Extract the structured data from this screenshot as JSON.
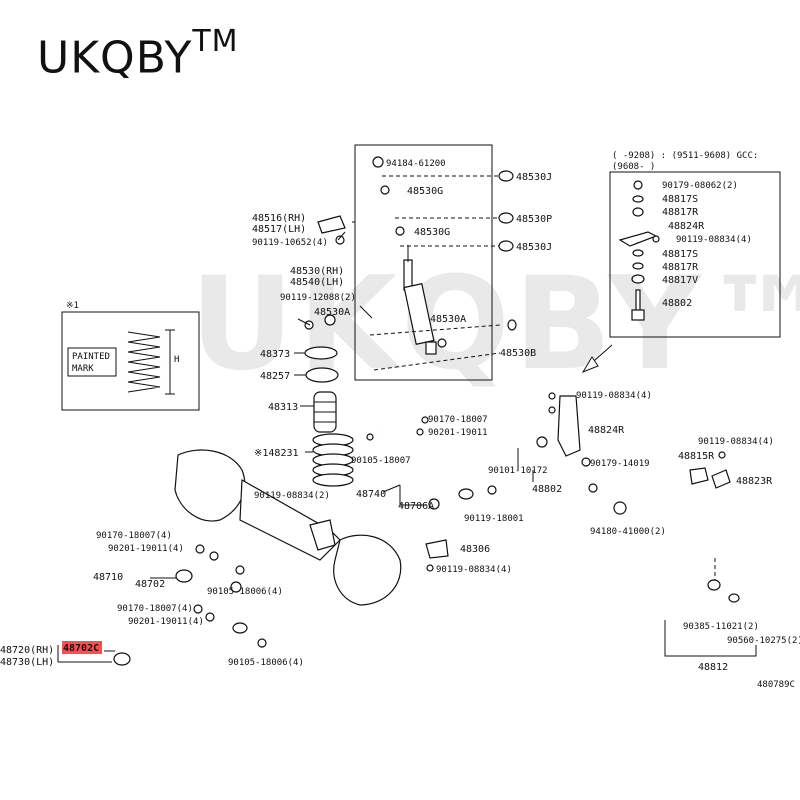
{
  "brand": {
    "name": "UKQBY",
    "tm": "TM",
    "watermark": "UKQBY™"
  },
  "inset_coil": {
    "mark": "※1",
    "painted_mark": "PAINTED\nMARK",
    "painted1": "PAINTED",
    "painted2": "MARK",
    "h": "H"
  },
  "inset_stabilizer": {
    "header1": "(      -9208) : (9511-9608) GCC:",
    "header2": "(9608-       )",
    "items": [
      "90179-08062(2)",
      "48817S",
      "48817R",
      "48824R",
      "90119-08834(4)",
      "48817S",
      "48817R",
      "48817V",
      "48802"
    ]
  },
  "labels": {
    "l_94184": "94184-61200",
    "l_48530G_1": "48530G",
    "l_48530J_1": "48530J",
    "l_48530P": "48530P",
    "l_48530G_2": "48530G",
    "l_48530J_2": "48530J",
    "l_48516": "48516(RH)",
    "l_48517": "48517(LH)",
    "l_90119_10652": "90119-10652(4)",
    "l_48530rh": "48530(RH)",
    "l_48540lh": "48540(LH)",
    "l_90119_12088": "90119-12088(2)",
    "l_48530A_1": "48530A",
    "l_48530A_2": "48530A",
    "l_48530B": "48530B",
    "l_48373": "48373",
    "l_48257": "48257",
    "l_48313": "48313",
    "l_48231": "※148231",
    "l_90105_18007": "90105-18007",
    "l_90170_18007": "90170-18007",
    "l_90201_19011": "90201-19011",
    "l_90119_08834_a": "90119-08834(4)",
    "l_48824R": "48824R",
    "l_90101_10172": "90101-10172",
    "l_90179_14019": "90179-14019",
    "l_48802": "48802",
    "l_90119_08834_b": "90119-08834(4)",
    "l_48815R": "48815R",
    "l_48823R": "48823R",
    "l_90119_08834_c": "90119-08834(2)",
    "l_48740": "48740",
    "l_48706A": "48706A",
    "l_90119_18001": "90119-18001",
    "l_94180": "94180-41000(2)",
    "l_90170_18007_4a": "90170-18007(4)",
    "l_90201_19011_4a": "90201-19011(4)",
    "l_48710": "48710",
    "l_48702": "48702",
    "l_90105_18006_a": "90105-18006(4)",
    "l_48306": "48306",
    "l_90119_08834_d": "90119-08834(4)",
    "l_90170_18007_4b": "90170-18007(4)",
    "l_90201_19011_4b": "90201-19011(4)",
    "l_48720": "48720(RH)",
    "l_48730": "48730(LH)",
    "l_48702C": "48702C",
    "l_90105_18006_b": "90105-18006(4)",
    "l_90385": "90385-11021(2)",
    "l_90560": "90560-10275(2)",
    "l_48812": "48812",
    "l_ref": "480789C"
  },
  "colors": {
    "highlight": "#ff4d4d",
    "ink": "#111111"
  }
}
